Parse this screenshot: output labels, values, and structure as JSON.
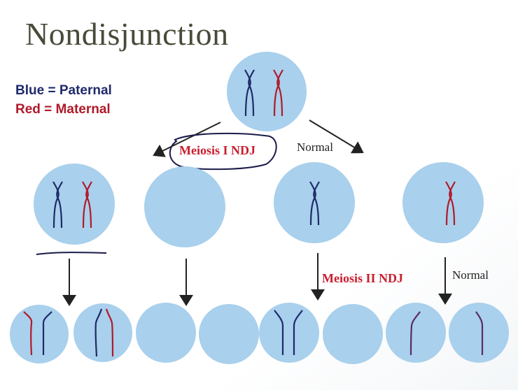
{
  "slide": {
    "title": "Nondisjunction",
    "legend": {
      "blue": "Blue = Paternal",
      "red": "Red = Maternal"
    },
    "labels": {
      "meiosis1_ndj": "Meiosis I NDJ",
      "meiosis2_ndj": "Meiosis II NDJ",
      "normal_top": "Normal",
      "normal_bottom": "Normal"
    }
  },
  "colors": {
    "cell": "#a9d0ec",
    "paternal": "#1f2a6b",
    "maternal": "#b01a2a",
    "purple": "#5a2a6a",
    "arrow": "#222222",
    "annotation_ink": "#1a1a4a"
  }
}
